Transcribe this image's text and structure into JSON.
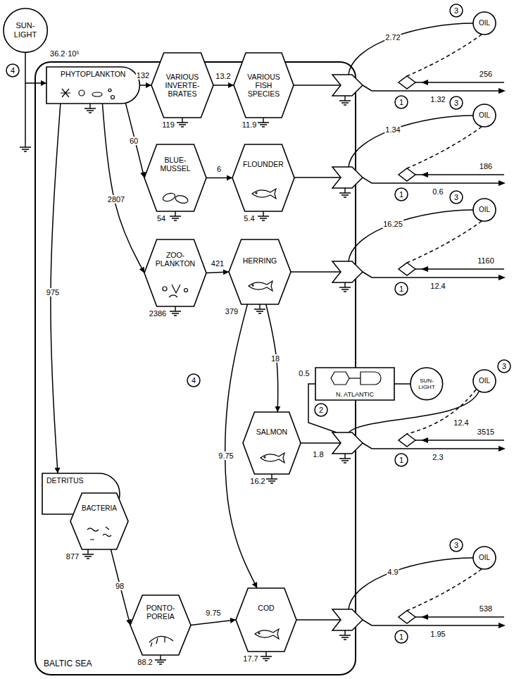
{
  "diagram": {
    "nodes": [
      {
        "text": [
          "SUN- LIGHT"
        ]
      },
      {
        "text": [
          "BALTIC SEA"
        ]
      },
      {
        "text": [
          "PHYTOPLANKTON"
        ],
        "in": 1
      },
      {
        "text": [
          "VARIOUS INVERTE- BRATES"
        ],
        "in": 1
      },
      {
        "text": [
          "VARIOUS FISH SPECIES"
        ],
        "in": 1
      },
      {
        "text": [
          "OIL"
        ]
      },
      {
        "text": [
          "BLUE- MUSSEL"
        ],
        "in": 1
      },
      {
        "text": [
          "FLOUNDER"
        ],
        "in": 1
      },
      {
        "text": [
          "OIL"
        ]
      },
      {
        "text": [
          "ZOO- PLANKTON"
        ],
        "in": 1
      },
      {
        "text": [
          "HERRING"
        ],
        "in": 1
      },
      {
        "text": [
          "OIL"
        ]
      },
      {
        "text": [
          "DETRITUS"
        ],
        "in": 1
      },
      {
        "text": [
          "BACTERIA"
        ],
        "in": 12
      },
      {
        "text": [
          "N. ATLANTIC"
        ]
      },
      {
        "text": [
          "SUN- LIGHT"
        ]
      },
      {
        "text": [
          "OIL"
        ]
      },
      {
        "text": [
          "SALMON"
        ],
        "in": 1
      },
      {
        "text": [
          "PONTO- POREIA"
        ],
        "in": 1
      },
      {
        "text": [
          "COD"
        ],
        "in": 1
      },
      {
        "text": [
          "OIL"
        ]
      }
    ],
    "edges": [
      {
        "from": 0,
        "to": 2,
        "label": "36.2·10⁵",
        "arrow": "to"
      },
      {
        "from": 2,
        "to": 3,
        "label": "132",
        "arrow": "to"
      },
      {
        "from": 3,
        "to": 4,
        "label": "13.2",
        "arrow": "to"
      },
      {
        "from": 2,
        "to": 6,
        "label": "60",
        "arrow": "to"
      },
      {
        "from": 6,
        "to": 7,
        "label": "6",
        "arrow": "to"
      },
      {
        "from": 2,
        "to": 9,
        "label": "2807",
        "arrow": "to"
      },
      {
        "from": 9,
        "to": 10,
        "label": "421",
        "arrow": "to"
      },
      {
        "from": 2,
        "to": 12,
        "label": "975",
        "arrow": "to"
      },
      {
        "from": 13,
        "to": 18,
        "label": "98",
        "arrow": "to"
      },
      {
        "from": 10,
        "to": 17,
        "label": "18",
        "arrow": "to"
      },
      {
        "from": 10,
        "to": 19,
        "label": "9.75",
        "arrow": "to"
      },
      {
        "from": 18,
        "to": 19,
        "label": "9.75",
        "arrow": "to"
      },
      {
        "from": 15,
        "to": 14,
        "arrow": "none"
      }
    ],
    "labels": [
      "4",
      "3",
      "2.72",
      "1",
      "1.32",
      "256",
      "119",
      "11.9",
      "3",
      "1.34",
      "1",
      "0.6",
      "186",
      "54",
      "5.4",
      "3",
      "16.25",
      "1",
      "12.4",
      "1160",
      "2386",
      "379",
      "4",
      "0.5",
      "2",
      "3",
      "12.4",
      "1.8",
      "1",
      "2.3",
      "3515",
      "16.2",
      "877",
      "3",
      "4.9",
      "1",
      "1.95",
      "538",
      "88.2",
      "17.7"
    ]
  }
}
